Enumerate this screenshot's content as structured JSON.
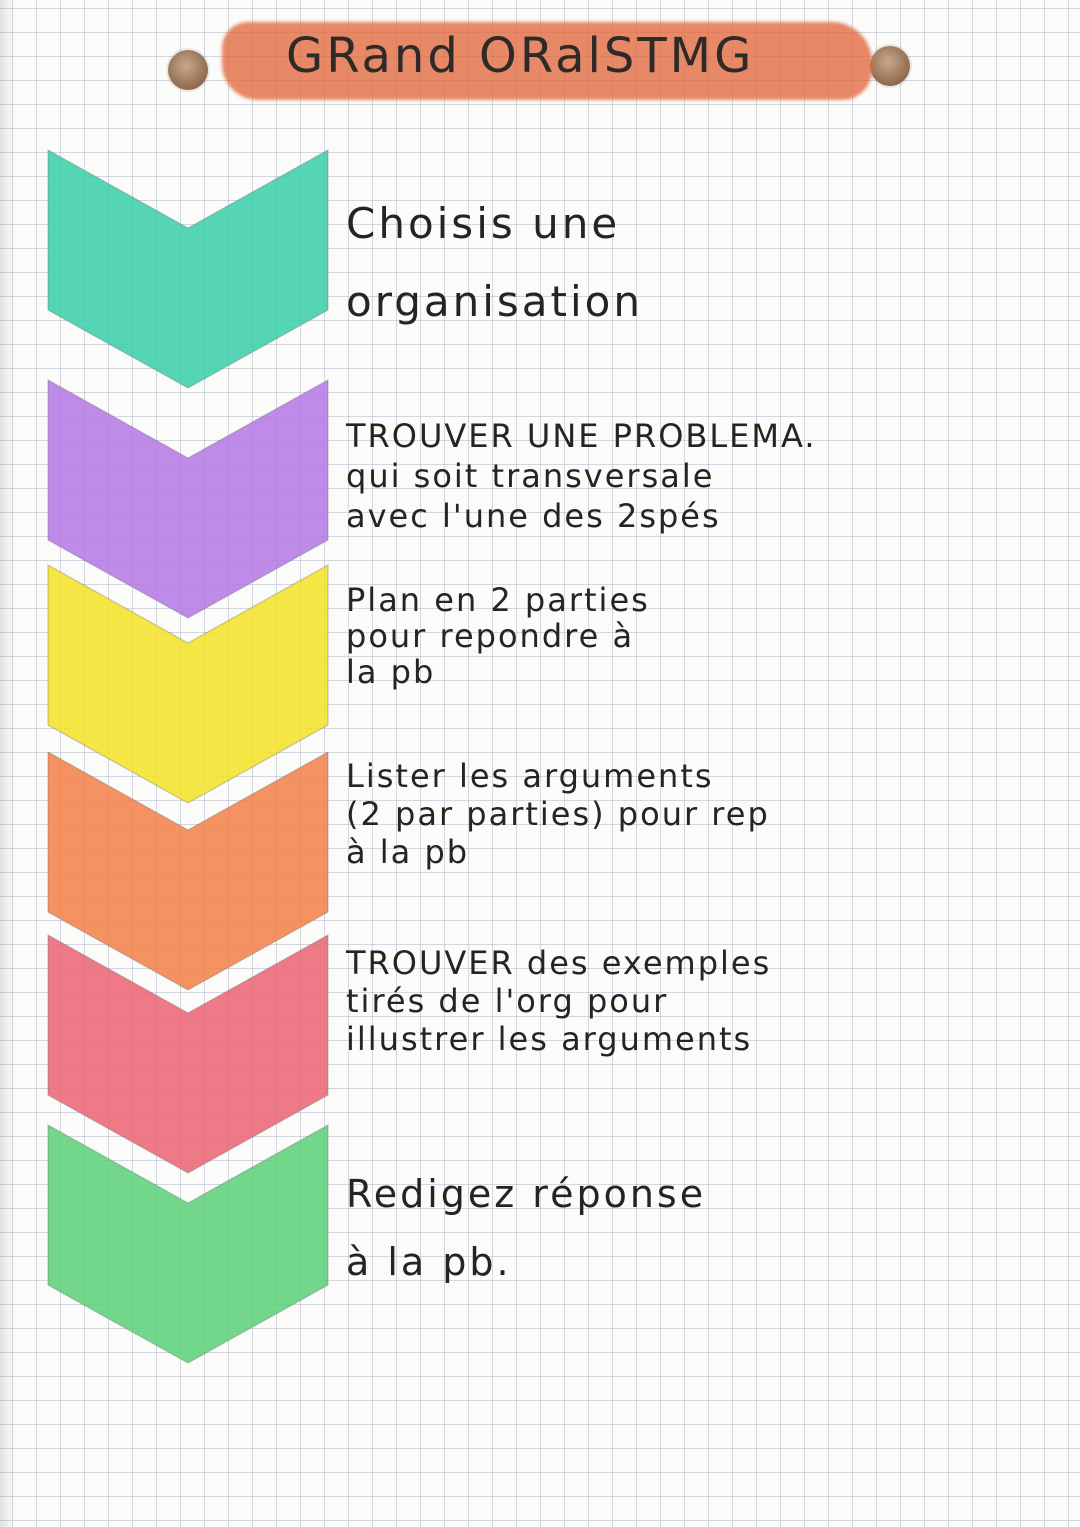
{
  "title": "GRand ORalSTMG",
  "steps": [
    {
      "color": "#3fcfaa",
      "lines": [
        "Choisis une",
        "organisation"
      ]
    },
    {
      "color": "#b57be6",
      "lines": [
        "TROUVER UNE PROBLEMA.",
        "qui soit transversale",
        "avec l'une des 2spés"
      ]
    },
    {
      "color": "#f2e22a",
      "lines": [
        "Plan en 2 parties",
        "pour repondre à",
        "la pb"
      ]
    },
    {
      "color": "#f2834c",
      "lines": [
        "Lister les arguments",
        "(2 par parties) pour rep",
        "à la pb"
      ]
    },
    {
      "color": "#ec6876",
      "lines": [
        "TROUVER des exemples",
        "tirés de l'org pour",
        "illustrer les arguments"
      ]
    },
    {
      "color": "#5fd17a",
      "lines": [
        "Redigez réponse",
        "à la pb."
      ]
    }
  ]
}
